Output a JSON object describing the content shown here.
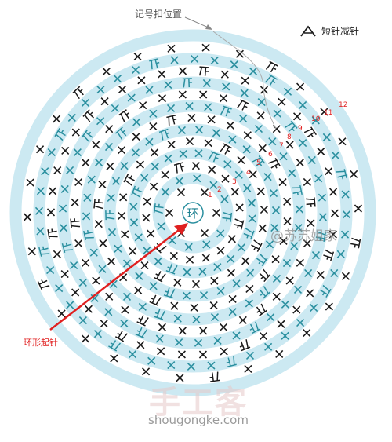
{
  "labels": {
    "marker_position": "记号扣位置",
    "legend_decrease": "短针减针",
    "ring_start": "环形起针",
    "ring_center": "环"
  },
  "round_numbers": [
    "1",
    "2",
    "3",
    "4",
    "5",
    "6",
    "7",
    "8",
    "9",
    "10",
    "11",
    "12"
  ],
  "watermark": {
    "brand": "@苏苏姐家",
    "site_cn": "手工客",
    "site_url": "shougongke.com"
  },
  "colors": {
    "band": "#cce9f2",
    "black_stitch": "#1a1a1a",
    "teal_stitch": "#2a8f9f",
    "accent_red": "#e02020"
  },
  "icons": {
    "single_crochet": "x-mark",
    "decrease": "caret-decrease",
    "increase": "increase-glyph"
  }
}
